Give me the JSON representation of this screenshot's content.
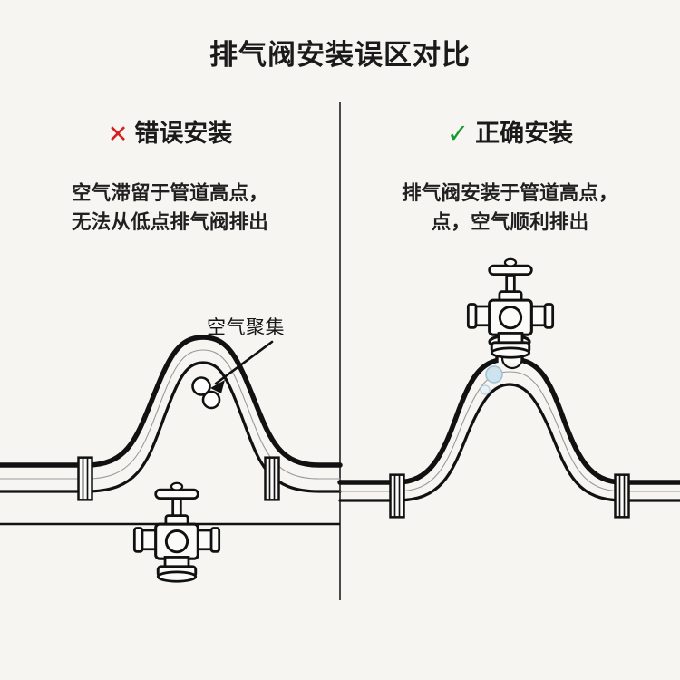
{
  "title": "排气阀安装误区对比",
  "divider": {
    "color": "#4a4a4a"
  },
  "panels": {
    "left": {
      "mark": "✕",
      "mark_color": "#d32020",
      "heading": "错误安装",
      "desc_line1": "空气滞留于管道高点，",
      "desc_line2": "无法从低点排气阀排出",
      "annotation": "空气聚集",
      "diagram": {
        "pipe_shape": "hump",
        "valve_position": "low-point",
        "bubbles": "air-trapped-at-crest",
        "bubble_count": 2
      }
    },
    "right": {
      "mark": "✓",
      "mark_color": "#13992f",
      "heading": "正确安装",
      "desc_line1": "排气阀安装于管道高点，",
      "desc_line2": "点，空气顺利排出",
      "diagram": {
        "pipe_shape": "hump",
        "valve_position": "high-point",
        "bubbles": "air-venting-at-crest",
        "bubble_count": 2
      }
    }
  },
  "colors": {
    "background": "#f6f5f1",
    "ink": "#111111",
    "pipe_fill": "#fbfbf9",
    "bubble_fill": "#ffffff",
    "water_bubble": "#cfe3ef"
  }
}
